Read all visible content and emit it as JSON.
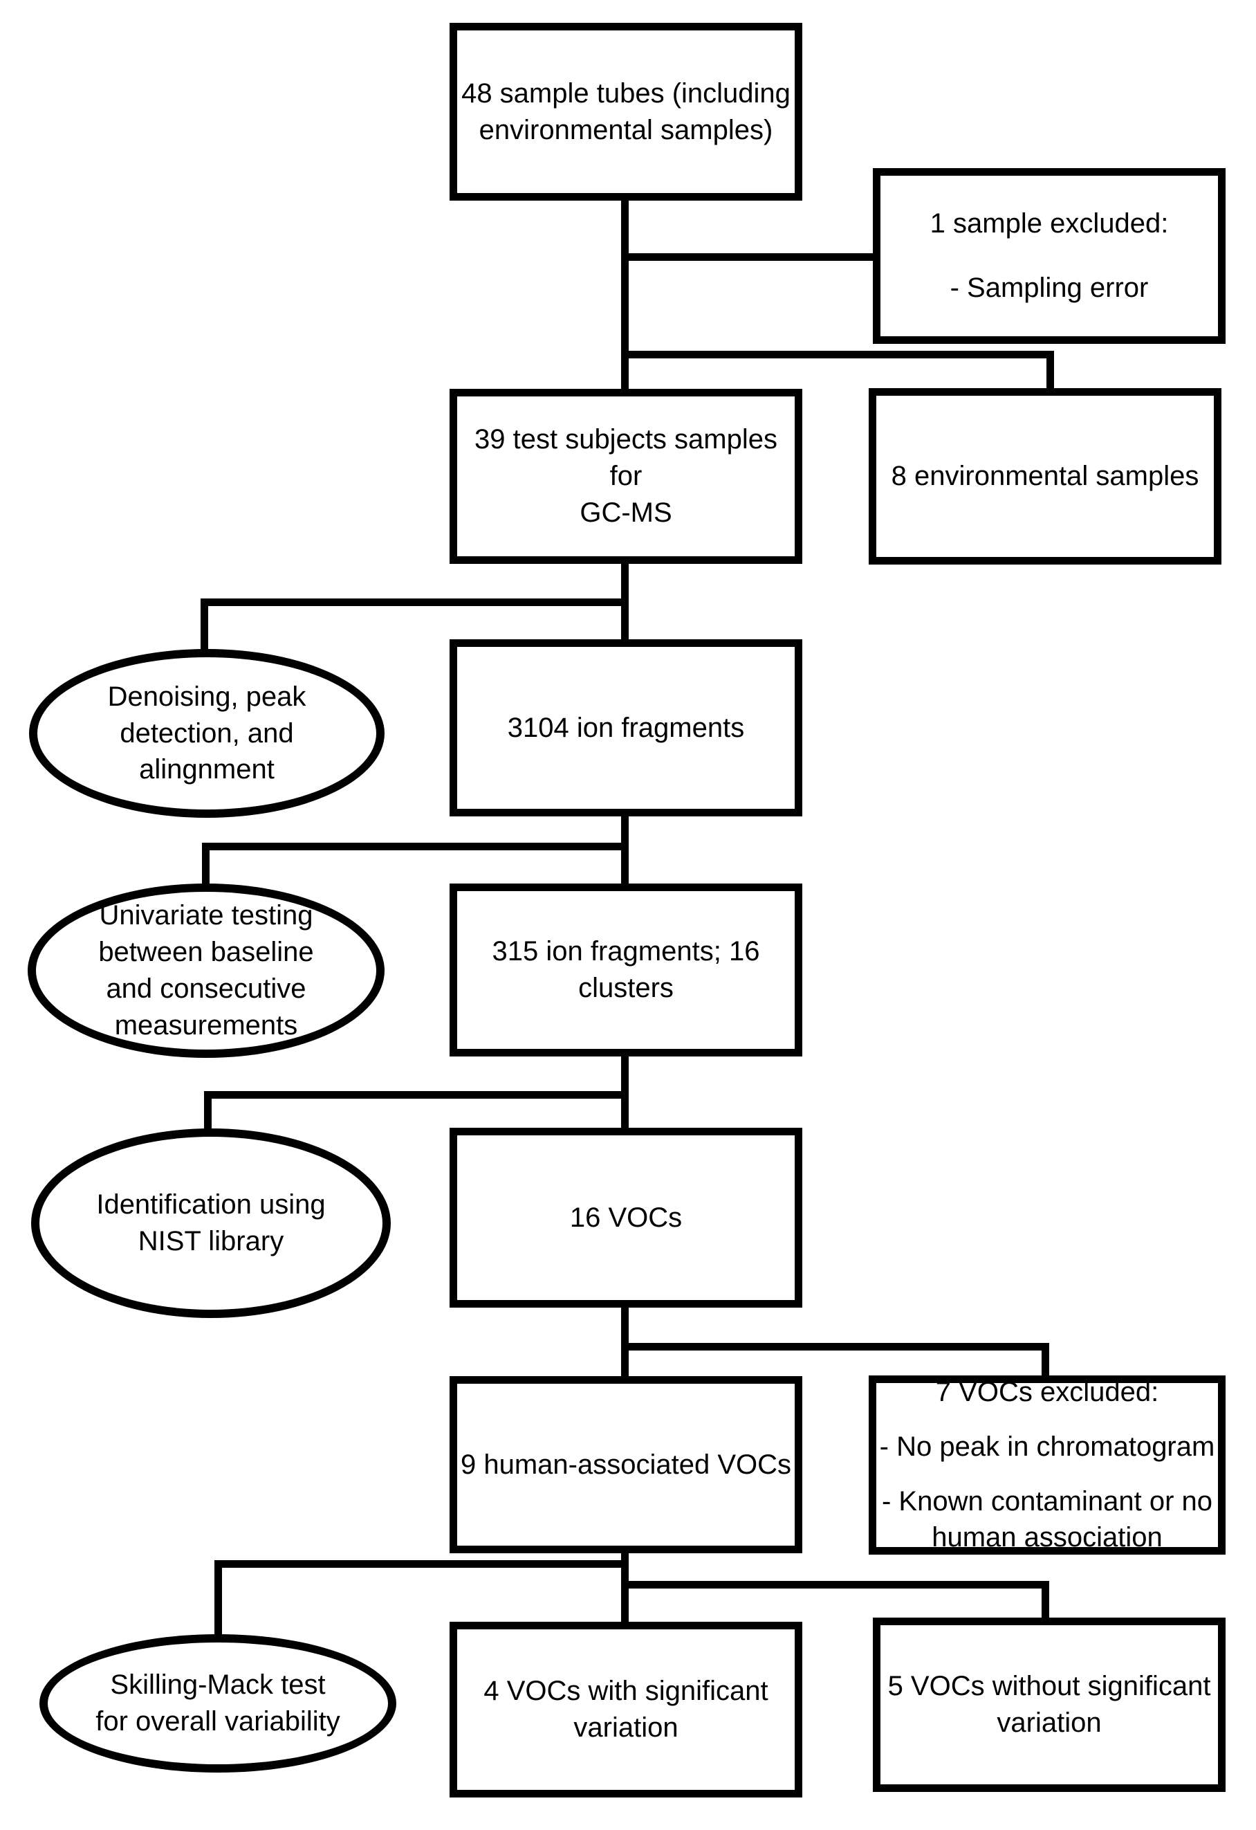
{
  "diagram": {
    "colors": {
      "line": "#000000",
      "background": "#ffffff",
      "text": "#000000"
    },
    "boxes": {
      "sample_tubes": {
        "text": "48 sample tubes (including\nenvironmental samples)"
      },
      "excluded_sample": {
        "title": "1 sample excluded:",
        "items": [
          "- Sampling error"
        ]
      },
      "test_subjects": {
        "text": "39 test subjects samples for\nGC-MS"
      },
      "environmental": {
        "text": "8 environmental samples"
      },
      "ion_fragments": {
        "text": "3104 ion fragments"
      },
      "ion_fragments_clusters": {
        "text": "315 ion fragments; 16\nclusters"
      },
      "vocs": {
        "text": "16 VOCs"
      },
      "human_vocs": {
        "text": "9 human-associated VOCs"
      },
      "excluded_vocs": {
        "title": "7 VOCs excluded:",
        "items": [
          "- No peak in chromatogram",
          "- Known contaminant or no\nhuman association"
        ]
      },
      "significant_vocs": {
        "text": "4 VOCs with significant\nvariation"
      },
      "nonsignificant_vocs": {
        "text": "5 VOCs without significant\nvariation"
      }
    },
    "ellipses": {
      "denoising": {
        "text": "Denoising, peak\ndetection, and\nalingnment"
      },
      "univariate": {
        "text": "Univariate testing\nbetween baseline\nand consecutive\nmeasurements"
      },
      "identification": {
        "text": "Identification using\nNIST library"
      },
      "skilling_mack": {
        "text": "Skilling-Mack test\nfor overall variability"
      }
    }
  }
}
